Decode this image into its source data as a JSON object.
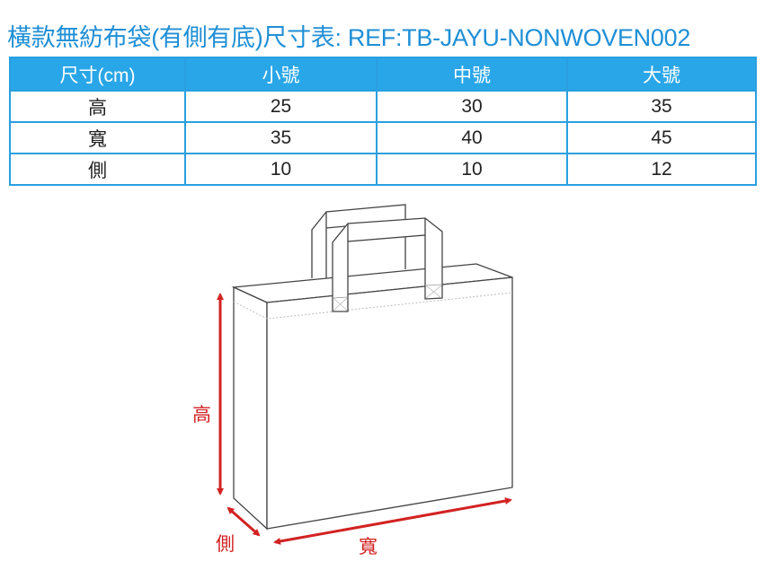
{
  "title": "橫款無紡布袋(有側有底)尺寸表: REF:TB-JAYU-NONWOVEN002",
  "table": {
    "headers": [
      "尺寸(cm)",
      "小號",
      "中號",
      "大號"
    ],
    "rows": [
      {
        "label": "高",
        "values": [
          "25",
          "30",
          "35"
        ]
      },
      {
        "label": "寬",
        "values": [
          "35",
          "40",
          "45"
        ]
      },
      {
        "label": "側",
        "values": [
          "10",
          "10",
          "12"
        ]
      }
    ]
  },
  "diagram": {
    "height_label": "高",
    "width_label": "寬",
    "side_label": "側",
    "arrow_color": "#d32222"
  }
}
